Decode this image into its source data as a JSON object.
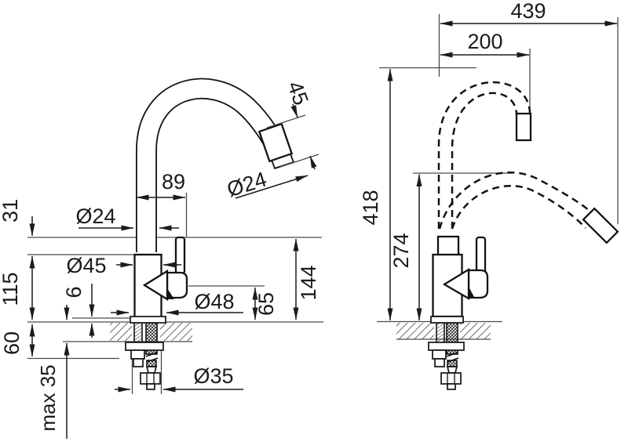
{
  "drawing": {
    "type": "technical-dimension-diagram",
    "subject": "kitchen sink mixer faucet with flexible spout, side view and reach/positions view",
    "line_color": "#1b1b1b",
    "background": "#ffffff",
    "left_view": {
      "dims": {
        "spout_reach": "89",
        "spout_pipe_diameter": "Ø24",
        "tip_length": "45",
        "tip_diameter": "Ø24",
        "upper_section_height": "31",
        "body_height": "115",
        "body_diameter": "Ø45",
        "base_plate_height": "6",
        "under_counter_length": "60",
        "max_counter_thickness": "max 35",
        "base_diameter": "Ø48",
        "mounting_hole_diameter": "Ø35",
        "handle_block_height": "65",
        "handle_top_height": "144"
      }
    },
    "right_view": {
      "dims": {
        "max_reach": "439",
        "upper_position_reach": "200",
        "total_height": "418",
        "outlet_height": "274"
      }
    }
  }
}
